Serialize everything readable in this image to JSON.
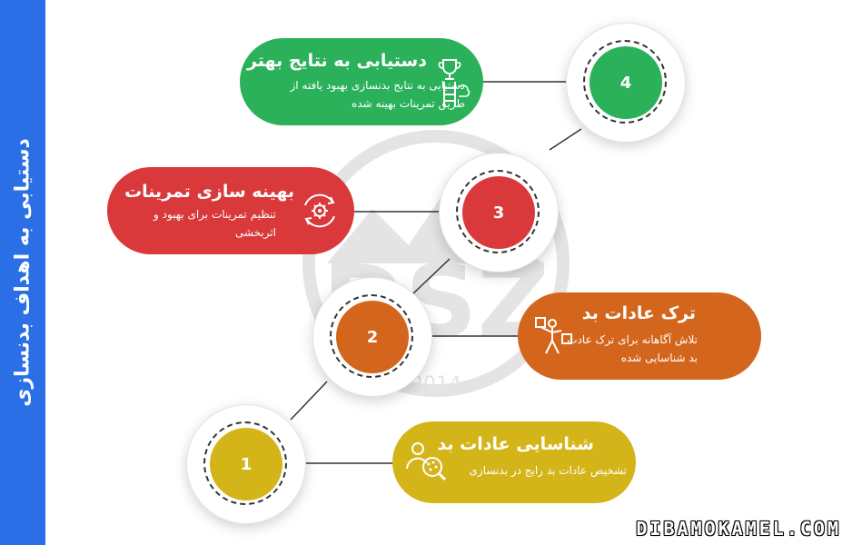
{
  "sidebar": {
    "title": "دستیابی به اهداف بدنسازی"
  },
  "steps": [
    {
      "number": "1",
      "title": "شناسایی عادات بد",
      "description": "تشخیص عادات بد رایج در بدنسازی",
      "color": "#d4b519",
      "icon": "magnifier-user-icon"
    },
    {
      "number": "2",
      "title": "ترک عادات بد",
      "description": "تلاش آگاهانه برای ترک عادت بد شناسایی شده",
      "color": "#d4651c",
      "icon": "person-lifting-icon"
    },
    {
      "number": "3",
      "title": "بهینه سازی تمرینات",
      "description": "تنظیم تمرینات برای بهبود و اثربخشی",
      "color": "#d9393a",
      "icon": "gear-cycle-icon"
    },
    {
      "number": "4",
      "title": "دستیابی به نتایج بهتر",
      "description": "دستیابی به نتایج بدنسازی بهبود یافته از طریق تمرینات بهینه شده",
      "color": "#2bb159",
      "icon": "trophy-ladder-icon"
    }
  ],
  "footer": {
    "url": "DIBAMOKAMEL.COM"
  },
  "watermark": {
    "letters": "DSZ",
    "year": "2014"
  }
}
